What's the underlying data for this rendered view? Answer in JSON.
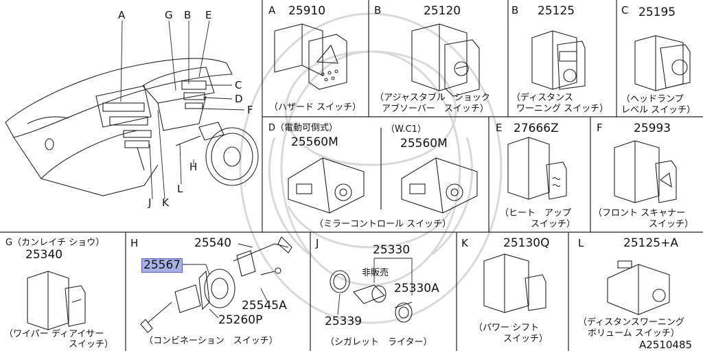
{
  "overview": {
    "callouts": [
      "A",
      "G",
      "B",
      "E",
      "C",
      "D",
      "F",
      "H",
      "L",
      "J",
      "K"
    ]
  },
  "panels": [
    {
      "letter": "A",
      "part_number": "25910",
      "name_lines": [
        "（ハザード スイッチ）"
      ]
    },
    {
      "letter": "B",
      "part_number": "25120",
      "name_lines": [
        "（アジャスタブル　ショック",
        "アブソーバー　スイッチ）"
      ]
    },
    {
      "letter": "B",
      "part_number": "25125",
      "name_lines": [
        "（ディスタンス",
        "ワーニング スイッチ）"
      ]
    },
    {
      "letter": "C",
      "part_number": "25195",
      "name_lines": [
        "（ヘッドランプ",
        "レベル スイッチ）"
      ]
    },
    {
      "letter": "D（電動可倒式）",
      "part_number": "25560M",
      "name_lines": []
    },
    {
      "letter": "（W.C1）",
      "part_number": "25560M",
      "name_lines": [
        "（ミラーコントロール スイッチ）"
      ]
    },
    {
      "letter": "E",
      "part_number": "27666Z",
      "name_lines": [
        "（ヒート　アップ",
        "スイッチ）"
      ]
    },
    {
      "letter": "F",
      "part_number": "25993",
      "name_lines": [
        "（フロント スキャナー",
        "スイッチ）"
      ]
    },
    {
      "letter": "G（カンレイチ ショウ）",
      "part_number": "25340",
      "name_lines": [
        "（ワイパー ディアイサー",
        "スイッチ）"
      ]
    },
    {
      "letter": "H",
      "part_numbers": [
        "25540",
        "25567",
        "25545A",
        "25260P"
      ],
      "name_lines": [
        "（コンビネーション　スイッチ）"
      ]
    },
    {
      "letter": "J",
      "part_numbers": [
        "25330",
        "非販売",
        "25330A",
        "25339"
      ],
      "name_lines": [
        "（シガレット　ライター）"
      ]
    },
    {
      "letter": "K",
      "part_number": "25130Q",
      "name_lines": [
        "（パワー シフト",
        "スイッチ）"
      ]
    },
    {
      "letter": "L",
      "part_number": "25125+A",
      "name_lines": [
        "（ディスタンスワーニング",
        "ボリューム スイッチ）"
      ]
    }
  ],
  "diagram_id": "A2510485",
  "colors": {
    "line": "#222222",
    "highlight": "#a8b1e6",
    "highlight_border": "#5560b0",
    "watermark": "#d6d6d6"
  }
}
